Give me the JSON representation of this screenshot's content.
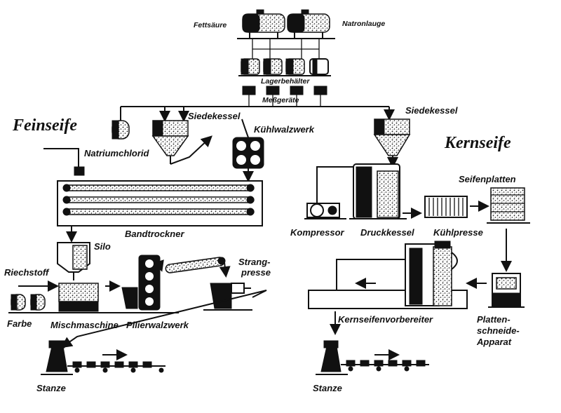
{
  "diagram": {
    "sections": {
      "left": "Feinseife",
      "right": "Kernseife"
    },
    "labels": {
      "fettsaeure": "Fettsäure",
      "natronlauge": "Natronlauge",
      "lagerbehaelter": "Lagerbehälter",
      "messgeraete": "Meßgeräte",
      "siedekessel_left": "Siedekessel",
      "siedekessel_right": "Siedekessel",
      "kuehlwalzwerk": "Kühlwalzwerk",
      "natriumchlorid": "Natriumchlorid",
      "bandtrockner": "Bandtrockner",
      "silo": "Silo",
      "riechstoff": "Riechstoff",
      "farbe": "Farbe",
      "mischmaschine": "Mischmaschine",
      "pilierwalzwerk": "Pilierwalzwerk",
      "strangpresse_1": "Strang-",
      "strangpresse_2": "presse",
      "stanze_left": "Stanze",
      "seifenplatten": "Seifenplatten",
      "kompressor": "Kompressor",
      "druckkessel": "Druckkessel",
      "kuehlpresse": "Kühlpresse",
      "platten_1": "Platten-",
      "platten_2": "schneide-",
      "platten_3": "Apparat",
      "kernseifenvorbereiter": "Kernseifenvorbereiter",
      "stanze_right": "Stanze"
    }
  }
}
